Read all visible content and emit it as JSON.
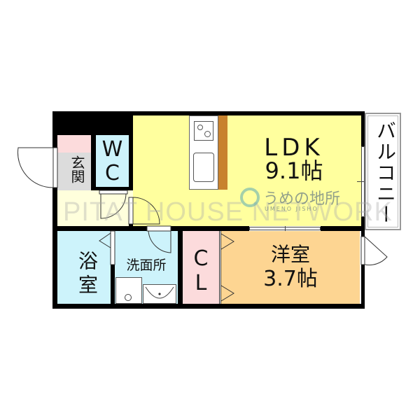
{
  "floorplan": {
    "rooms": {
      "ldk": {
        "name": "LDK",
        "size": "9.1帖",
        "color": "#ffff9e"
      },
      "western_room": {
        "name": "洋室",
        "size": "3.7帖",
        "color": "#fdd592"
      },
      "wc": {
        "line1": "W",
        "line2": "C",
        "color": "#cdf3fb"
      },
      "entrance": {
        "label": "玄関",
        "color": "#dcdcdc"
      },
      "shoe_box": {
        "color": "#fcdbdc"
      },
      "bath": {
        "label": "浴室",
        "color": "#cdf3fb"
      },
      "washroom": {
        "label": "洗面所",
        "color": "#cdf3fb"
      },
      "closet": {
        "line1": "C",
        "line2": "L",
        "color": "#fcdbdc"
      },
      "hallway": {
        "color": "#ffffdc"
      },
      "balcony": {
        "label": "バルコニー"
      }
    },
    "wall_color": "#000000",
    "kitchen_counter_color": "#c8822e"
  },
  "watermarks": {
    "main": "PITAT HOUSE NETWORK",
    "logo_jp": "うめの地所",
    "logo_en": "UMENO JISHO"
  }
}
